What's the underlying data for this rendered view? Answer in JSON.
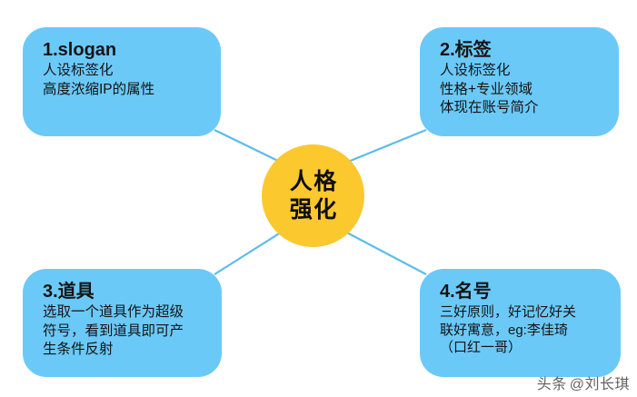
{
  "diagram": {
    "center": {
      "name": "center-node",
      "lines": [
        "人格",
        "强化"
      ],
      "color": "#FBC82E"
    },
    "connector_color": "#5BBCEC",
    "box_color": "#6BC9F8",
    "nodes": [
      {
        "id": "node-1",
        "position": "top-left",
        "title": "1.slogan",
        "lines": [
          "人设标签化",
          "高度浓缩IP的属性"
        ]
      },
      {
        "id": "node-2",
        "position": "top-right",
        "title": "2.标签",
        "lines": [
          "人设标签化",
          "性格+专业领域",
          "体现在账号简介"
        ]
      },
      {
        "id": "node-3",
        "position": "bottom-left",
        "title": "3.道具",
        "lines": [
          "选取一个道具作为超级",
          "符号，看到道具即可产",
          "生条件反射"
        ]
      },
      {
        "id": "node-4",
        "position": "bottom-right",
        "title": "4.名号",
        "lines": [
          "三好原则，好记忆好关",
          "联好寓意，eg:李佳琦",
          "（口红一哥）"
        ]
      }
    ]
  },
  "watermark": {
    "brand": "头条",
    "handle": "@刘长琪"
  }
}
